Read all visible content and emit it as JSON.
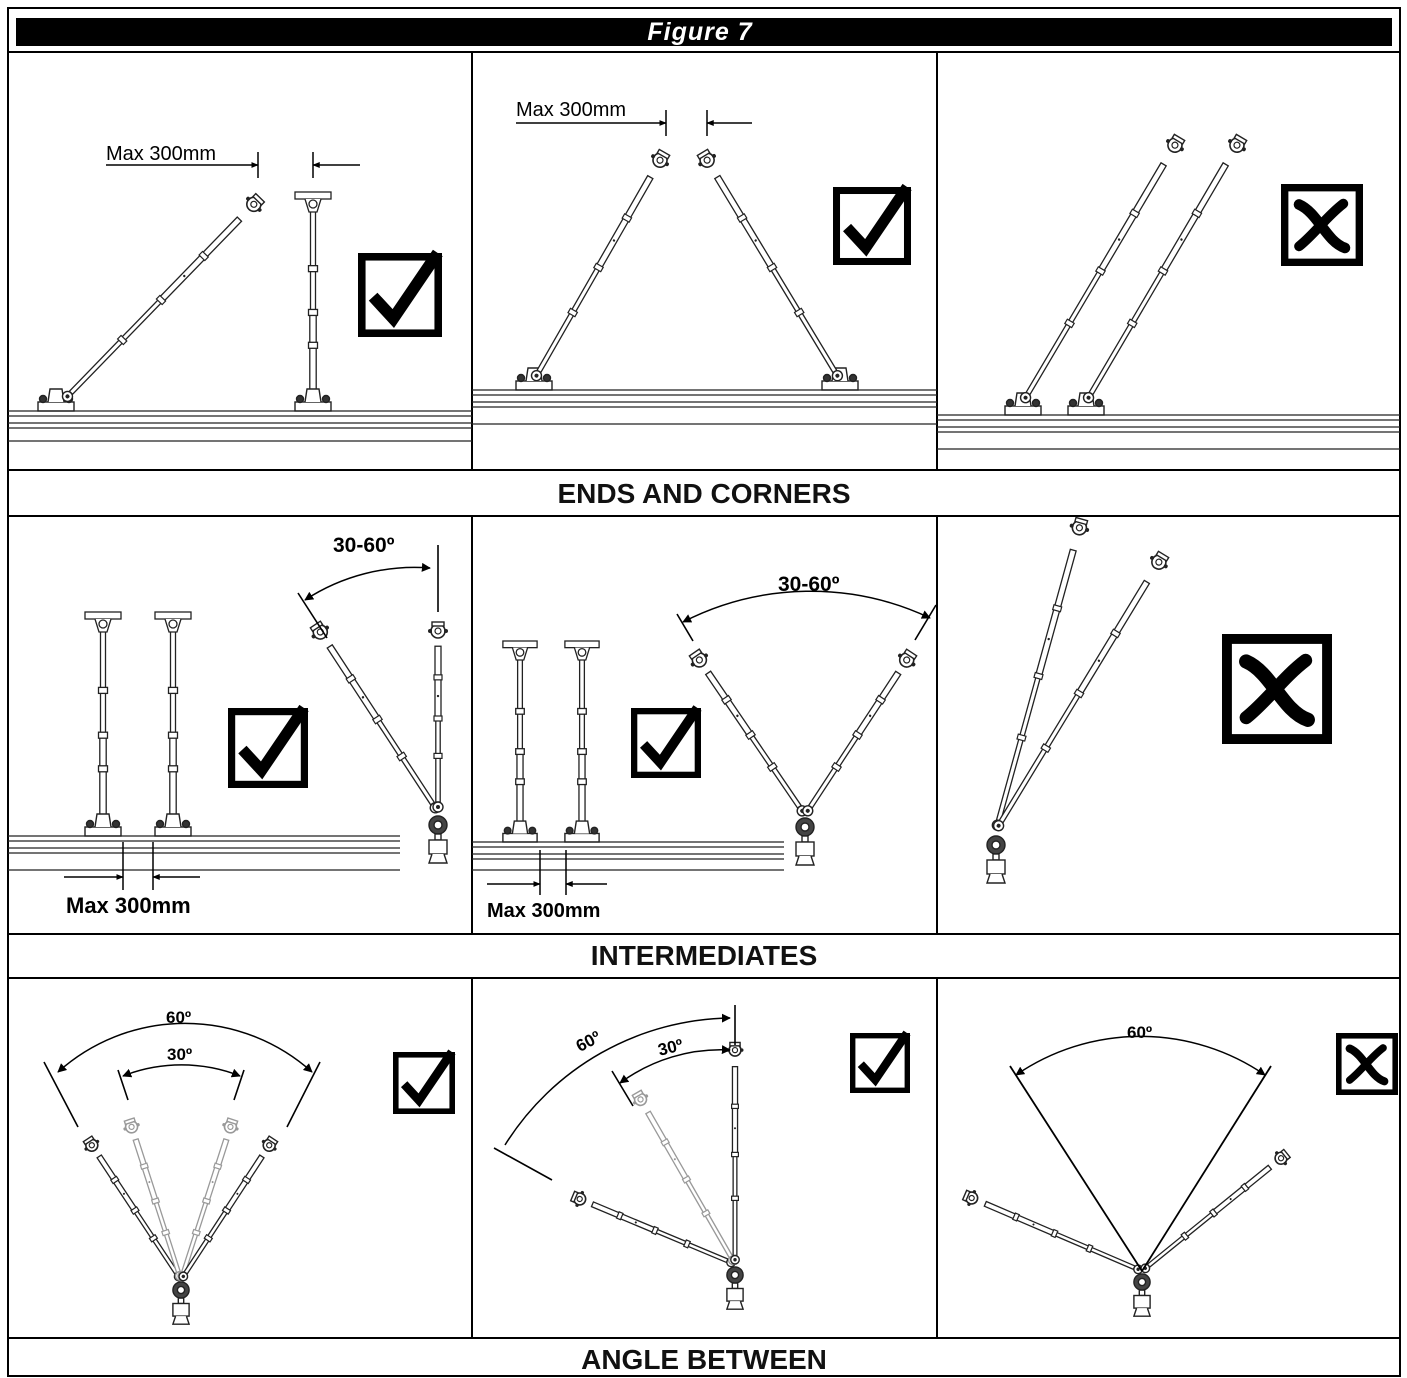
{
  "figure": {
    "title": "Figure 7",
    "sections": [
      "ENDS AND CORNERS",
      "INTERMEDIATES",
      "ANGLE BETWEEN"
    ]
  },
  "labels": {
    "max_spacing": "Max 300mm",
    "angle_range": "30-60º",
    "angle_60": "60º",
    "angle_30": "30º"
  },
  "markers": {
    "approved": "✔",
    "rejected": "✘"
  },
  "panels": [
    {
      "row": 1,
      "col": 1,
      "verdict": "approved"
    },
    {
      "row": 1,
      "col": 2,
      "verdict": "approved"
    },
    {
      "row": 1,
      "col": 3,
      "verdict": "rejected"
    },
    {
      "row": 2,
      "col": 1,
      "verdict": "approved"
    },
    {
      "row": 2,
      "col": 2,
      "verdict": "approved"
    },
    {
      "row": 2,
      "col": 3,
      "verdict": "rejected"
    },
    {
      "row": 3,
      "col": 1,
      "verdict": "approved"
    },
    {
      "row": 3,
      "col": 2,
      "verdict": "approved"
    },
    {
      "row": 3,
      "col": 3,
      "verdict": "rejected"
    }
  ]
}
